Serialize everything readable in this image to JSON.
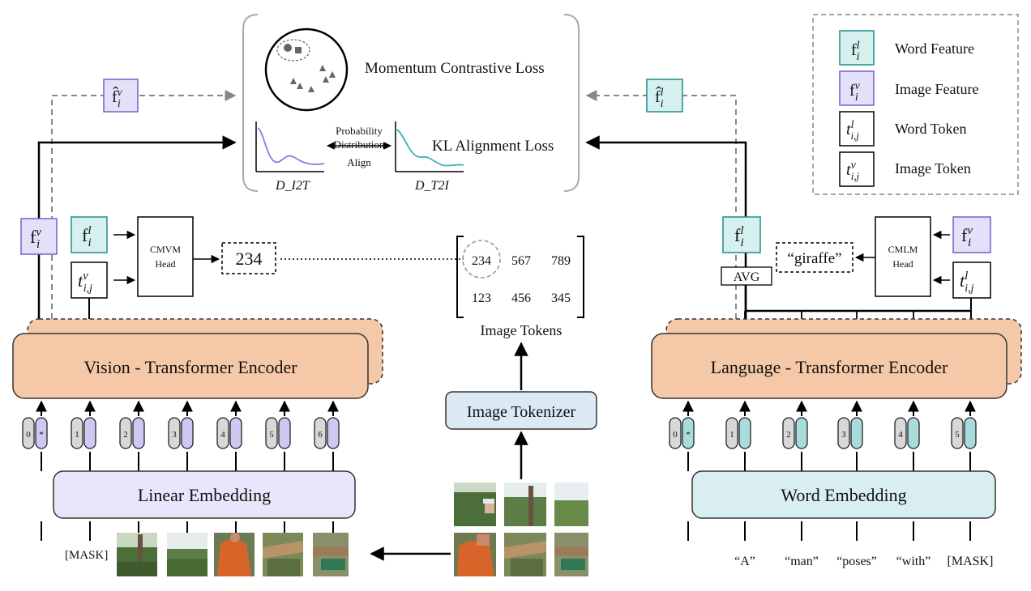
{
  "loss": {
    "momentum": "Momentum Contrastive Loss",
    "kl": "KL Alignment Loss",
    "probability": "Probability",
    "distribution": "Distribution",
    "align": "Align",
    "d_i2t": "D_I2T",
    "d_t2i": "D_T2I"
  },
  "legend": {
    "word_feature": "Word Feature",
    "image_feature": "Image Feature",
    "word_token": "Word Token",
    "image_token": "Image Token"
  },
  "vision": {
    "cmvm_line1": "CMVM",
    "cmvm_line2": "Head",
    "prediction": "234",
    "encoder": "Vision - Transformer Encoder",
    "embedding": "Linear Embedding",
    "mask": "[MASK]",
    "tokens": [
      "0",
      "1",
      "2",
      "3",
      "4",
      "5",
      "6"
    ],
    "cls_symbol": "*"
  },
  "center": {
    "token_values": [
      [
        "234",
        "567",
        "789"
      ],
      [
        "123",
        "456",
        "345"
      ]
    ],
    "tokens_label": "Image Tokens",
    "tokenizer": "Image Tokenizer"
  },
  "language": {
    "avg": "AVG",
    "prediction": "“giraffe”",
    "cmlm_line1": "CMLM",
    "cmlm_line2": "Head",
    "encoder": "Language - Transformer Encoder",
    "embedding": "Word Embedding",
    "tokens": [
      "0",
      "1",
      "2",
      "3",
      "4",
      "5"
    ],
    "cls_symbol": "*",
    "words": [
      "“A”",
      "“man”",
      "“poses”",
      "“with”",
      "[MASK]"
    ]
  },
  "colors": {
    "vision_token": "#cfc8f3",
    "language_token": "#a8dcdc",
    "index_token": "#d8d8d8",
    "encoder": "#f5c9a8"
  }
}
